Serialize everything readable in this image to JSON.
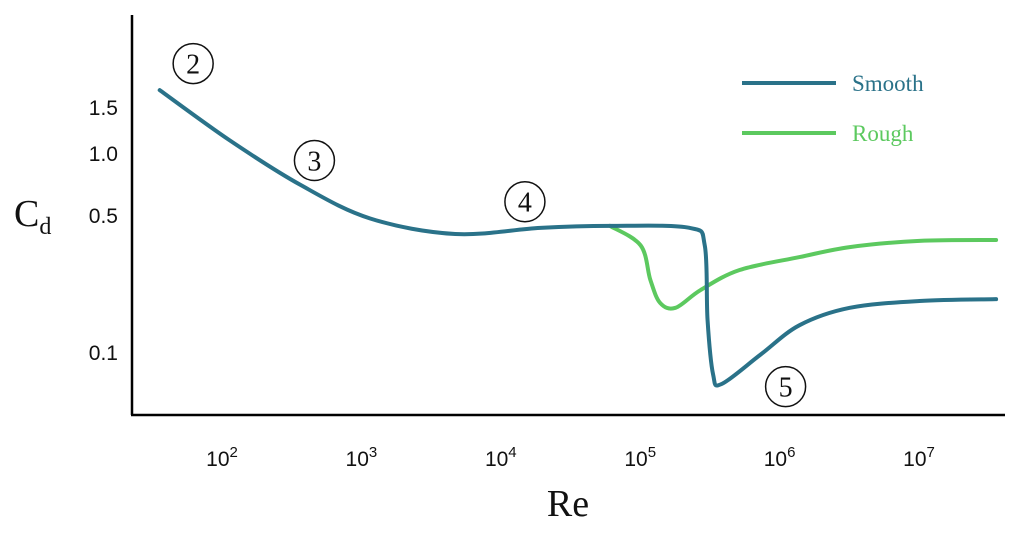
{
  "chart_data": {
    "type": "line",
    "title": "",
    "xlabel": "Re",
    "ylabel": "C",
    "ylabel_sub": "d",
    "xscale": "log",
    "yscale": "log",
    "x_ticks": [
      {
        "exp": 2,
        "label": "10",
        "sup": "2"
      },
      {
        "exp": 3,
        "label": "10",
        "sup": "3"
      },
      {
        "exp": 4,
        "label": "10",
        "sup": "4"
      },
      {
        "exp": 5,
        "label": "10",
        "sup": "5"
      },
      {
        "exp": 6,
        "label": "10",
        "sup": "6"
      },
      {
        "exp": 7,
        "label": "10",
        "sup": "7"
      }
    ],
    "y_ticks": [
      {
        "value": 1.5,
        "label": "1.5"
      },
      {
        "value": 1.0,
        "label": "1.0"
      },
      {
        "value": 0.5,
        "label": "0.5"
      },
      {
        "value": 0.1,
        "label": "0.1"
      }
    ],
    "legend_position": "top-right",
    "grid": false,
    "series": [
      {
        "name": "Smooth",
        "color": "#2a7289",
        "log10_re": [
          1.51,
          2.01,
          2.52,
          3.02,
          3.63,
          4.24,
          4.74,
          5.31,
          5.42,
          5.44,
          5.48,
          5.54,
          5.82,
          6.1,
          6.46,
          6.96,
          7.51
        ],
        "cd": [
          1.74,
          1.12,
          0.7,
          0.48,
          0.4,
          0.43,
          0.44,
          0.43,
          0.35,
          0.146,
          0.077,
          0.069,
          0.097,
          0.137,
          0.168,
          0.182,
          0.186
        ]
      },
      {
        "name": "Rough",
        "color": "#5cc95f",
        "log10_re": [
          4.74,
          4.96,
          5.03,
          5.1,
          5.21,
          5.39,
          5.67,
          6.1,
          6.46,
          6.96,
          7.51
        ],
        "cd": [
          0.44,
          0.35,
          0.233,
          0.178,
          0.168,
          0.207,
          0.262,
          0.305,
          0.343,
          0.369,
          0.373
        ]
      }
    ],
    "annotations": [
      {
        "label": "2",
        "log10_re": 1.75,
        "cd": 2.2
      },
      {
        "label": "3",
        "log10_re": 2.62,
        "cd": 0.92
      },
      {
        "label": "4",
        "log10_re": 4.13,
        "cd": 0.58
      },
      {
        "label": "5",
        "log10_re": 6.0,
        "cd": 0.067
      }
    ]
  }
}
